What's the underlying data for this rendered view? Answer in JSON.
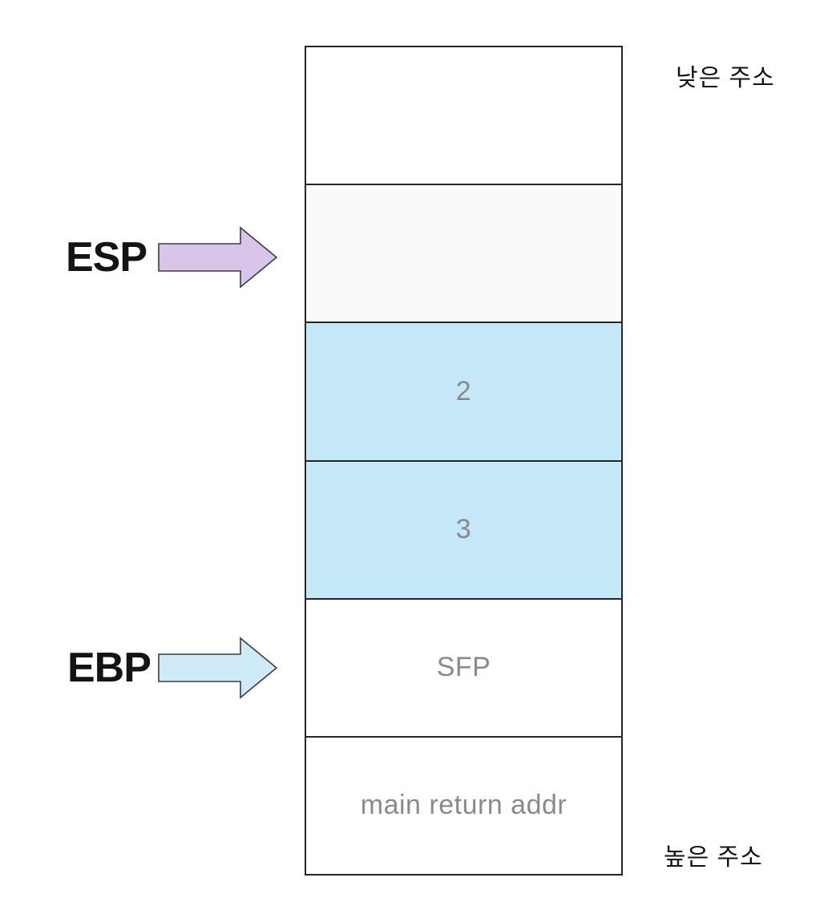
{
  "diagram_type": "stack-memory-layout",
  "address_labels": {
    "low": "낮은 주소",
    "high": "높은 주소"
  },
  "pointers": {
    "esp": {
      "name": "ESP",
      "arrow_fill": "#d9c5ea",
      "arrow_stroke": "#3d3d3d",
      "points_to_row_index": 1
    },
    "ebp": {
      "name": "EBP",
      "arrow_fill": "#cfeaf9",
      "arrow_stroke": "#3d3d3d",
      "points_to_row_index": 4
    }
  },
  "stack": {
    "border_color": "#262626",
    "rows": [
      {
        "value": "",
        "fill": "#ffffff"
      },
      {
        "value": "",
        "fill": "#fafafa"
      },
      {
        "value": "2",
        "fill": "#c5e8f8"
      },
      {
        "value": "3",
        "fill": "#c5e8f8"
      },
      {
        "value": "SFP",
        "fill": "#ffffff"
      },
      {
        "value": "main return addr",
        "fill": "#ffffff"
      }
    ],
    "text_color": "#8a8a8a"
  }
}
